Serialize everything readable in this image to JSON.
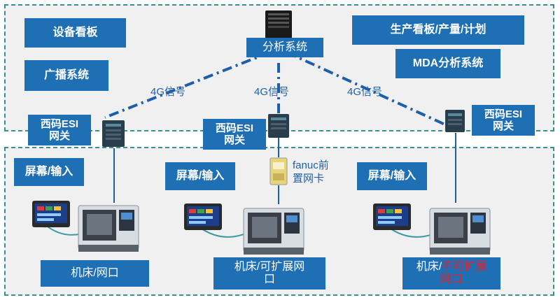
{
  "top": {
    "device_board": "设备看板",
    "broadcast": "广播系统",
    "production_board": "生产看板/产量/计划",
    "mda": "MDA分析系统",
    "analysis": "分析系统"
  },
  "links": {
    "g1": "4G信号",
    "g2": "4G信号",
    "g3": "4G信号"
  },
  "gateways": {
    "left": {
      "line1": "西码ESI",
      "line2": "网关"
    },
    "mid": {
      "line1": "西码ESI",
      "line2": "网关"
    },
    "right": {
      "line1": "西码ESI",
      "line2": "网关"
    }
  },
  "fanuc": {
    "line1": "fanuc前",
    "line2": "置网卡"
  },
  "screens": {
    "s1": "屏幕/输入",
    "s2": "屏幕/输入",
    "s3": "屏幕/输入"
  },
  "machines": {
    "m1": "机床/网口",
    "m2_line1": "机床/可扩展网",
    "m2_line2": "口",
    "m3_prefix": "机床/",
    "m3_red1": "不可扩展",
    "m3_red2": "网口"
  },
  "colors": {
    "box": "#1f6fb5",
    "zone_border": "#3a8f8f",
    "link": "#1f5fa8",
    "warning": "#e8202a"
  }
}
